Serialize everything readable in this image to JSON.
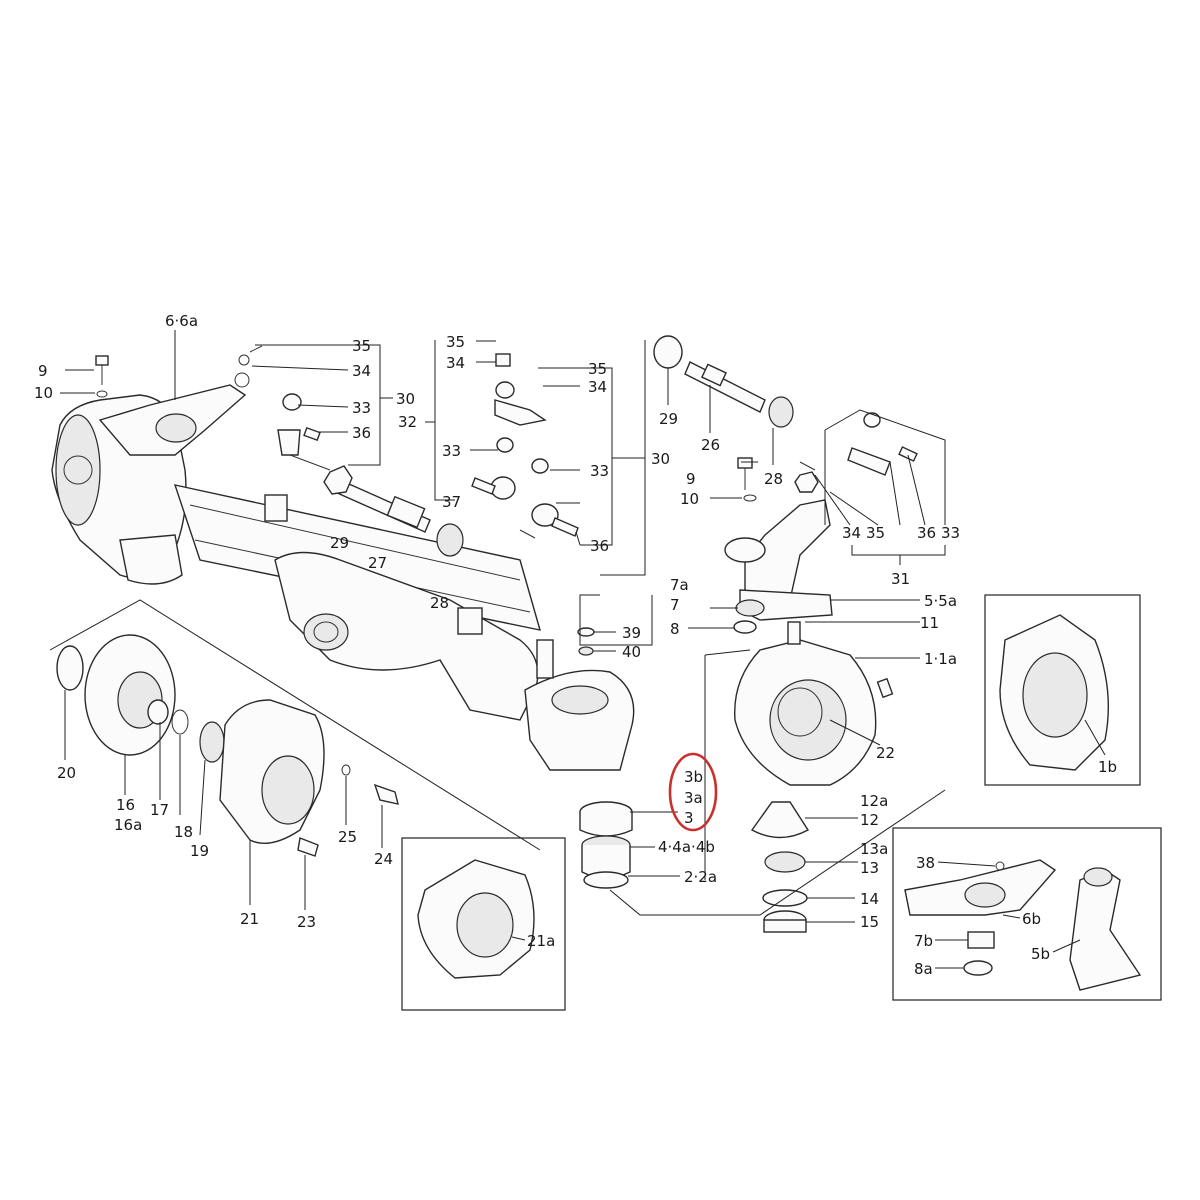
{
  "diagram": {
    "highlight_color": "#c9302c",
    "line_color": "#222222",
    "labels": {
      "l1": "6·6a",
      "l2": "9",
      "l3": "10",
      "l4": "35",
      "l5": "34",
      "l6": "33",
      "l7": "36",
      "l8": "30",
      "l9": "32",
      "l10": "35",
      "l11": "34",
      "l12": "35",
      "l13": "34",
      "l14": "33",
      "l15": "33",
      "l16": "30",
      "l17": "37",
      "l18": "36",
      "l19": "29",
      "l20": "27",
      "l21": "28",
      "l22": "29",
      "l23": "26",
      "l24": "28",
      "l25": "9",
      "l26": "10",
      "l27": "34",
      "l28": "35",
      "l29": "36",
      "l30": "33",
      "l31": "31",
      "l32": "7a",
      "l33": "7",
      "l34": "8",
      "l35": "5·5a",
      "l36": "11",
      "l37": "1·1a",
      "l38": "22",
      "l39": "1b",
      "l40": "39",
      "l41": "40",
      "l42": "20",
      "l43": "16",
      "l44": "16a",
      "l45": "17",
      "l46": "18",
      "l47": "19",
      "l48": "21",
      "l49": "23",
      "l50": "25",
      "l51": "24",
      "l52": "21a",
      "l53": "3b",
      "l54": "3a",
      "l55": "3",
      "l56": "4·4a·4b",
      "l57": "2·2a",
      "l58": "12a",
      "l59": "12",
      "l60": "13a",
      "l61": "13",
      "l62": "14",
      "l63": "15",
      "l64": "38",
      "l65": "6b",
      "l66": "7b",
      "l67": "5b",
      "l68": "8a"
    }
  }
}
